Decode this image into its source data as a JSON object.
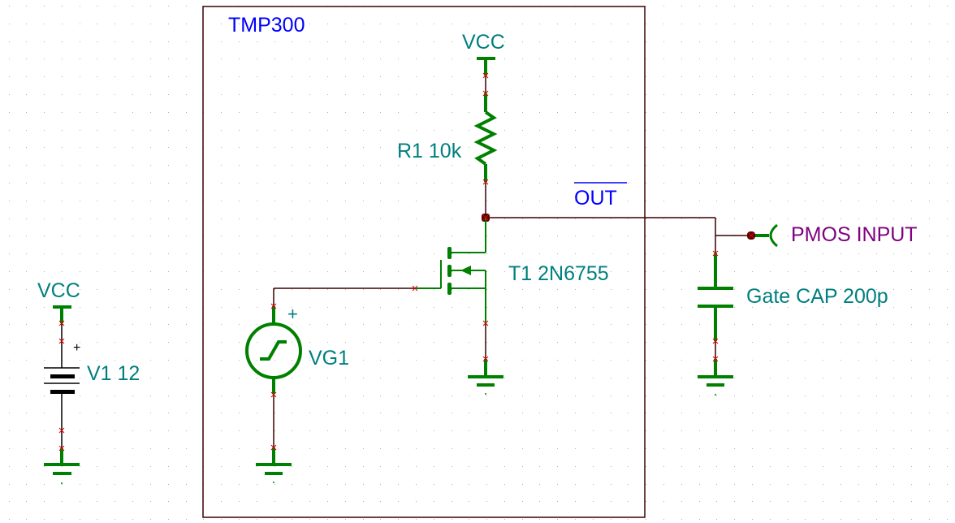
{
  "schematic": {
    "block": {
      "label": "TMP300"
    },
    "net_labels": {
      "out": "OUT",
      "out_overbar": true,
      "pmos_input": "PMOS INPUT"
    },
    "components": [
      {
        "id": "V1",
        "type": "battery",
        "label": "V1 12",
        "value": "12",
        "plus_sign": "+"
      },
      {
        "id": "VCC_left",
        "type": "supply",
        "label": "VCC"
      },
      {
        "id": "VCC_top",
        "type": "supply",
        "label": "VCC"
      },
      {
        "id": "R1",
        "type": "resistor",
        "label": "R1 10k",
        "value": "10k"
      },
      {
        "id": "T1",
        "type": "nmos",
        "label": "T1 2N6755",
        "part": "2N6755"
      },
      {
        "id": "VG1",
        "type": "step-voltage-source",
        "label": "VG1",
        "plus_sign": "+"
      },
      {
        "id": "CG",
        "type": "capacitor",
        "label": "Gate CAP 200p",
        "value": "200p"
      }
    ],
    "colors": {
      "component": "#008000",
      "wire": "#3c0000",
      "component_label": "#007f7f",
      "block_label": "#0000ff",
      "connector_label": "#800080",
      "pin_marker": "#dd0000",
      "grid": "#b0b0b0"
    }
  }
}
